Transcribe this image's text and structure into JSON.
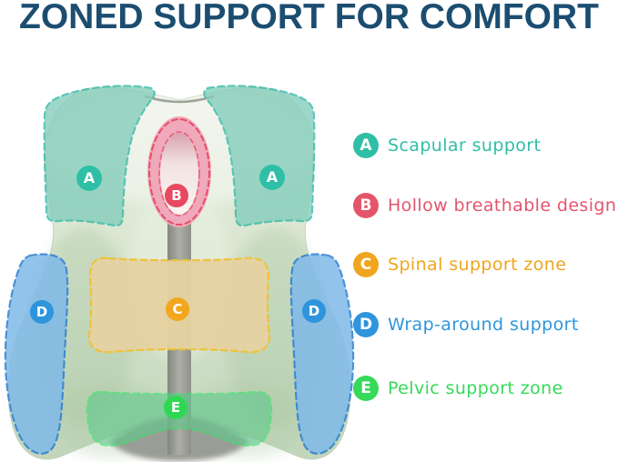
{
  "title": "ZONED SUPPORT FOR COMFORT",
  "colors": {
    "title": "#1B4D70",
    "background": "#FFFFFF"
  },
  "legend": {
    "items": [
      {
        "letter": "A",
        "label": "Scapular support",
        "color": "#2FBFA6"
      },
      {
        "letter": "B",
        "label": "Hollow breathable design",
        "color": "#E4556B"
      },
      {
        "letter": "C",
        "label": "Spinal support zone",
        "color": "#F0A51E"
      },
      {
        "letter": "D",
        "label": "Wrap-around support",
        "color": "#2E95DC"
      },
      {
        "letter": "E",
        "label": "Pelvic support zone",
        "color": "#36D95A"
      }
    ]
  },
  "diagram": {
    "badges": [
      {
        "zone": "scapular-left",
        "letter": "A",
        "color": "#2FBFA6"
      },
      {
        "zone": "scapular-right",
        "letter": "A",
        "color": "#2FBFA6"
      },
      {
        "zone": "hollow-center",
        "letter": "B",
        "color": "#E74962"
      },
      {
        "zone": "spinal-center",
        "letter": "C",
        "color": "#F2A71E"
      },
      {
        "zone": "wrap-left",
        "letter": "D",
        "color": "#2E95DC"
      },
      {
        "zone": "wrap-right",
        "letter": "D",
        "color": "#2E95DC"
      },
      {
        "zone": "pelvic-center",
        "letter": "E",
        "color": "#2FD853"
      }
    ]
  }
}
